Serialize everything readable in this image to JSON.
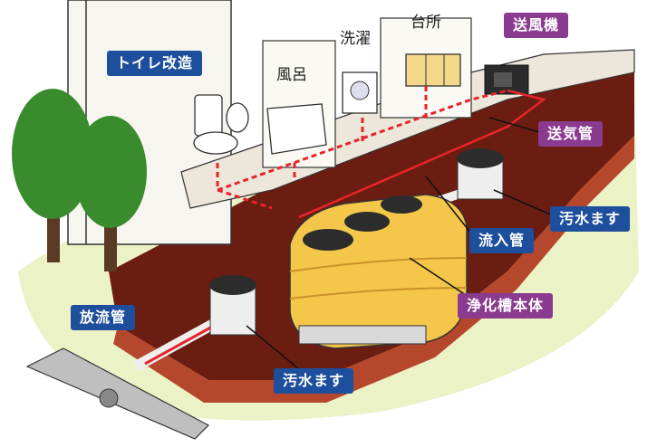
{
  "labels": {
    "toilet_retrofit": "トイレ改造",
    "bath": "風呂",
    "laundry": "洗濯",
    "kitchen": "台所",
    "blower": "送風機",
    "air_pipe": "送気管",
    "sewage_basin_right": "汚水ます",
    "inflow_pipe": "流入管",
    "tank_body": "浄化槽本体",
    "discharge_pipe": "放流管",
    "sewage_basin_bottom": "汚水ます"
  },
  "colors": {
    "label_blue": "#1e4f9c",
    "label_purple": "#8a3a8f",
    "soil_dark": "#6b1d12",
    "soil_light": "#b5482c",
    "tank_yellow": "#f4c64a",
    "pipe_red": "#e8242b",
    "grass": "#e6efb8",
    "tree_green": "#3a8a2e"
  }
}
